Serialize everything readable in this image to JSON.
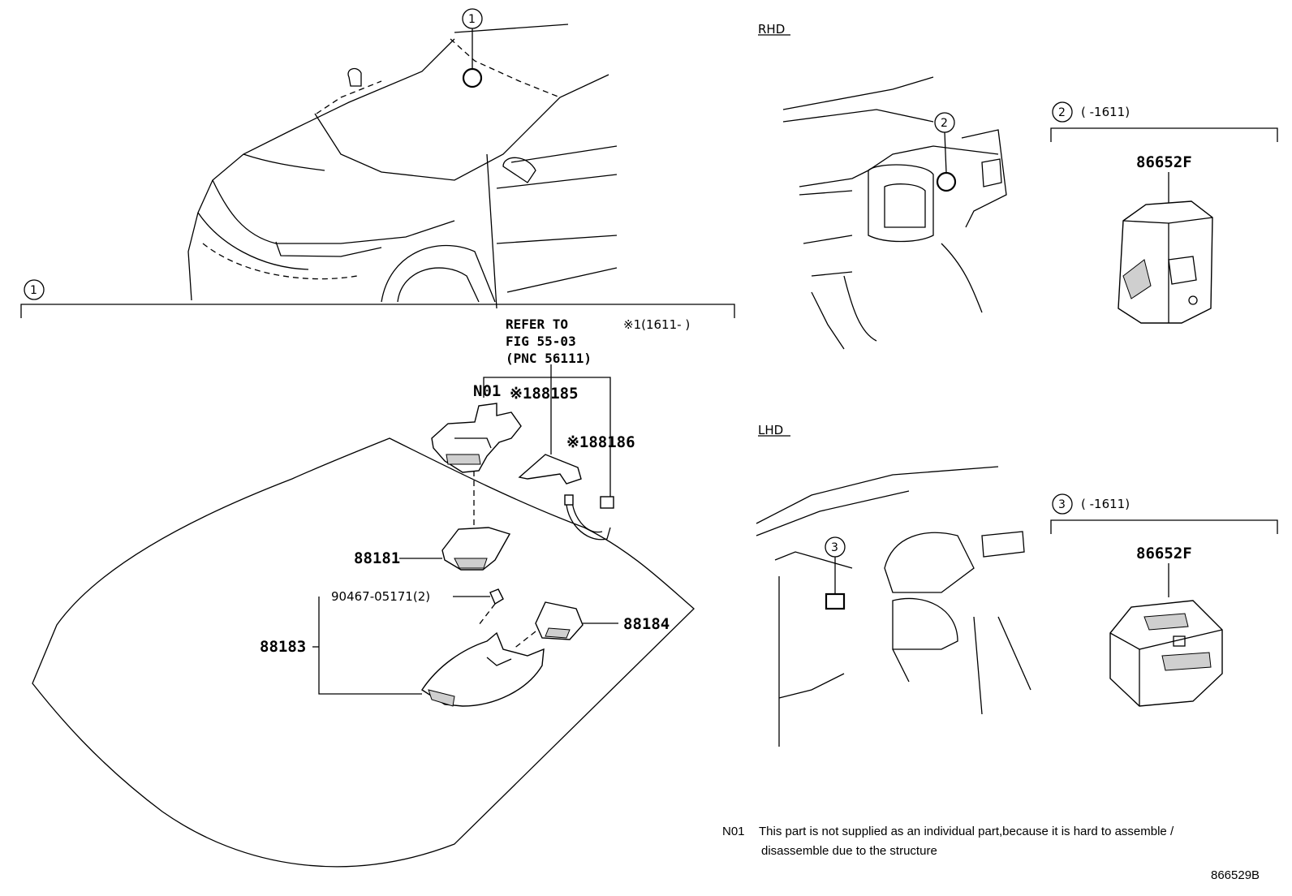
{
  "callouts": {
    "c1": "1",
    "c2": "2",
    "c3": "3"
  },
  "labels": {
    "rhd": "RHD",
    "lhd": "LHD",
    "range_2": "(   -1611)",
    "range_3": "(   -1611)",
    "star_range": "※1(1611-   )"
  },
  "refer": {
    "line1": "REFER TO",
    "line2": "FIG 55-03",
    "line3": "(PNC 56111)"
  },
  "parts": {
    "n01": "N01",
    "p88185": "※188185",
    "p88186": "※188186",
    "p88181": "88181",
    "p90467": "90467-05171(2)",
    "p88183": "88183",
    "p88184": "88184",
    "p86652f_a": "86652F",
    "p86652f_b": "86652F"
  },
  "note": {
    "code": "N01",
    "line1": "This part is not supplied as an individual part,because it is hard to assemble /",
    "line2": "disassemble due to the structure"
  },
  "figure_id": "866529B"
}
